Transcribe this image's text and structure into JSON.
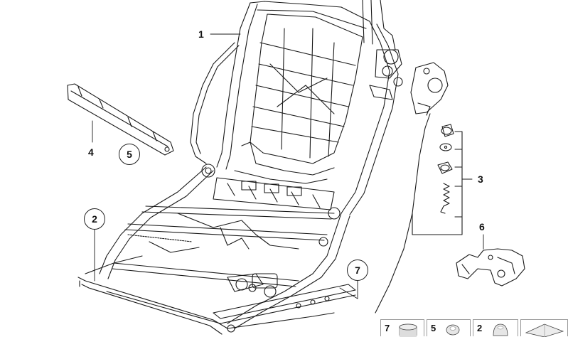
{
  "callouts": {
    "c1": "1",
    "c2": "2",
    "c3": "3",
    "c4": "4",
    "c5": "5",
    "c6": "6",
    "c7": "7"
  },
  "legend": [
    {
      "number": "7",
      "icon": "cap-icon"
    },
    {
      "number": "5",
      "icon": "round-cap-icon"
    },
    {
      "number": "2",
      "icon": "dome-cap-icon"
    },
    {
      "number": "",
      "icon": "wedge-icon"
    }
  ],
  "colors": {
    "line": "#1a1a1a",
    "fill": "#ffffff",
    "shade": "#d9d9d9"
  }
}
